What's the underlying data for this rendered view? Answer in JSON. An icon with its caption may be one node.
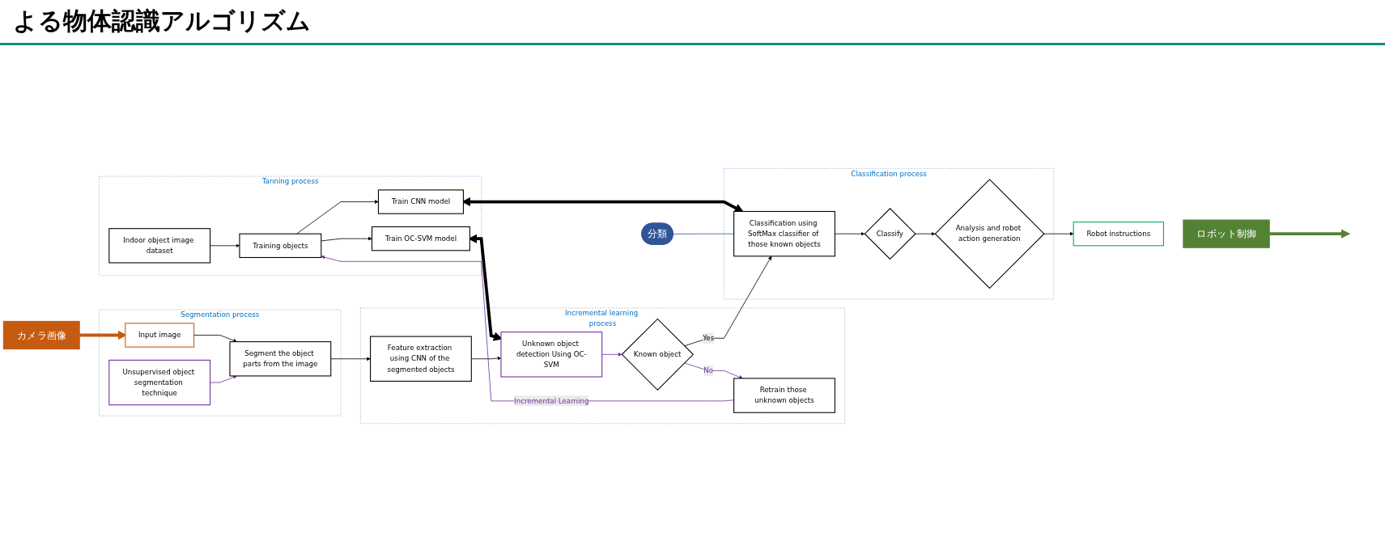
{
  "diagram": {
    "title": "よる物体認識アルゴリズム",
    "nodes": [
      {
        "text": [
          "Tanning process"
        ]
      },
      {
        "text": [
          "Indoor object image dataset"
        ],
        "in": 0
      },
      {
        "text": [
          "Training objects"
        ],
        "in": 0
      },
      {
        "text": [
          "Train CNN model"
        ],
        "in": 0
      },
      {
        "text": [
          "Train OC-SVM model"
        ],
        "in": 0
      },
      {
        "text": [
          "Segmentation process"
        ]
      },
      {
        "text": [
          "Input image"
        ],
        "in": 5
      },
      {
        "text": [
          "Unsupervised object segmentation technique"
        ],
        "in": 5
      },
      {
        "text": [
          "Segment the object parts from the image"
        ],
        "in": 5
      },
      {
        "text": [
          "Incremental learning process"
        ]
      },
      {
        "text": [
          "Retrain those unknown objects"
        ],
        "in": 9
      },
      {
        "text": [
          "Known object"
        ],
        "in": 9
      },
      {
        "text": [
          "Feature extraction using CNN of the segmented objects"
        ],
        "in": 9
      },
      {
        "text": [
          "Unknown object detection Using OC-SVM"
        ],
        "in": 9
      },
      {
        "text": [
          "Classification process"
        ]
      },
      {
        "text": [
          "Classification using SoftMax classifier of those known objects"
        ],
        "in": 14
      },
      {
        "text": [
          "Classify"
        ],
        "in": 14
      },
      {
        "text": [
          "Analysis and robot action generation"
        ],
        "in": 14
      },
      {
        "text": [
          "Robot instructions"
        ]
      },
      {
        "text": [
          "カメラ画像"
        ]
      },
      {
        "text": [
          "分類"
        ]
      },
      {
        "text": [
          "ロボット制御"
        ]
      }
    ],
    "edges": [
      {
        "from": 1,
        "to": 2,
        "arrow": "to"
      },
      {
        "from": 2,
        "to": 3,
        "arrow": "to"
      },
      {
        "from": 2,
        "to": 4,
        "arrow": "to"
      },
      {
        "from": 10,
        "to": 2,
        "arrow": "to",
        "label": "Incremental Learning",
        "color": "#7030a0"
      },
      {
        "from": 3,
        "to": 15,
        "arrow": "both",
        "style": "thick"
      },
      {
        "from": 4,
        "to": 13,
        "arrow": "both",
        "style": "thick"
      },
      {
        "from": 6,
        "to": 8,
        "arrow": "to"
      },
      {
        "from": 7,
        "to": 8,
        "arrow": "to",
        "color": "#7030a0"
      },
      {
        "from": 8,
        "to": 12,
        "arrow": "to"
      },
      {
        "from": 12,
        "to": 13,
        "arrow": "to"
      },
      {
        "from": 13,
        "to": 11,
        "arrow": "to",
        "color": "#7030a0"
      },
      {
        "from": 11,
        "to": 10,
        "arrow": "to",
        "label": "No",
        "color": "#7030a0"
      },
      {
        "from": 11,
        "to": 15,
        "arrow": "to",
        "label": "Yes"
      },
      {
        "from": 15,
        "to": 16,
        "arrow": "to"
      },
      {
        "from": 16,
        "to": 17,
        "arrow": "to"
      },
      {
        "from": 17,
        "to": 18,
        "arrow": "to"
      },
      {
        "from": 19,
        "to": 6,
        "arrow": "to",
        "style": "thick",
        "color": "#c55a11"
      },
      {
        "from": 20,
        "to": 15,
        "arrow": "none",
        "color": "#2f5597"
      },
      {
        "from": 21,
        "to": null,
        "arrow": "to",
        "style": "thick",
        "color": "#548235"
      }
    ]
  }
}
